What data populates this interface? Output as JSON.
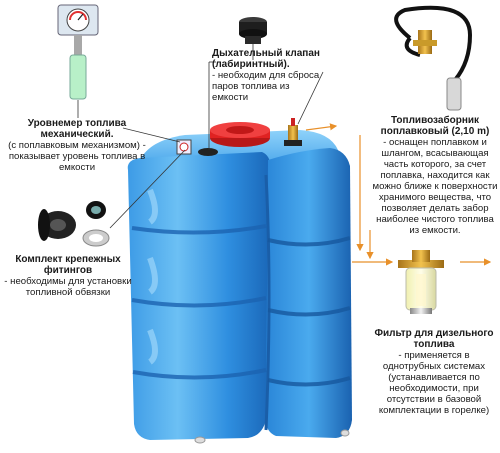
{
  "components": {
    "level_gauge": {
      "title": "Уровнемер топлива механический.",
      "description": "(с поплавковым механизмом) - показывает уровень топлива в емкости"
    },
    "breather_valve": {
      "title": "Дыхательный клапан (лабиринтный).",
      "description": "- необходим для сброса паров топлива из емкости"
    },
    "fuel_intake": {
      "title": "Топливозаборник поплавковый (2,10 m)",
      "description": "- оснащен поплавком и шлангом, всасывающая часть которого, за счет поплавка, находится как можно ближе к поверхности хранимого вещества, что позволяет делать забор наиболее чистого топлива из емкости."
    },
    "fittings_kit": {
      "title": "Комплект крепежных фитингов",
      "description": "- необходимы для установки топливной обвязки"
    },
    "diesel_filter": {
      "title": "Фильтр для дизельного топлива",
      "description": "- применяется в однотрубных системах (устанавливается по необходимости, при отсутствии в базовой комплектации в горелке)"
    }
  },
  "colors": {
    "tank_light": "#5cb6f0",
    "tank_mid": "#2f8fe0",
    "tank_dark": "#1a67b8",
    "cap_red": "#e02222",
    "arrow_orange": "#e8902a",
    "leader": "#333333"
  }
}
